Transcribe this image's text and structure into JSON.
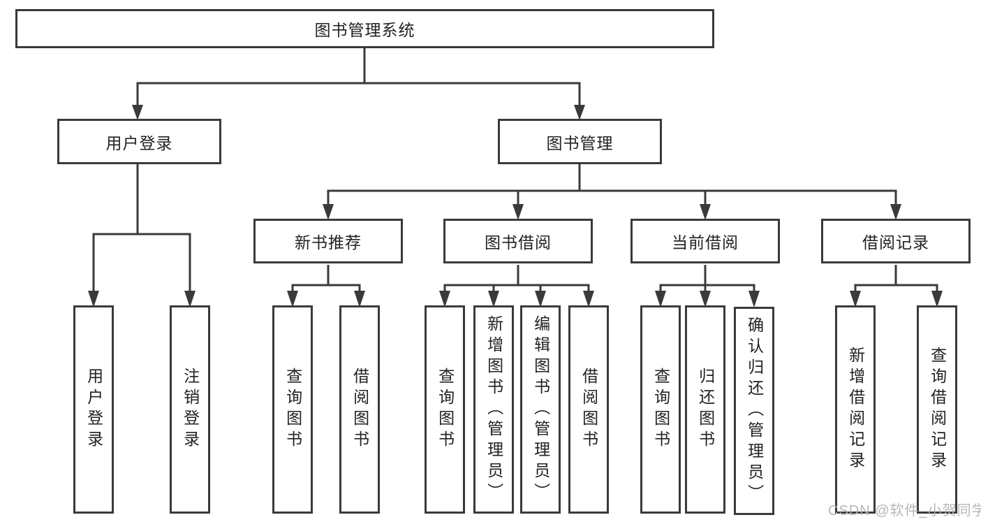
{
  "tree": {
    "label": "图书管理系统",
    "children": [
      {
        "label": "用户登录",
        "children": [
          {
            "label": "用户登录"
          },
          {
            "label": "注销登录"
          }
        ]
      },
      {
        "label": "图书管理",
        "children": [
          {
            "label": "新书推荐",
            "children": [
              {
                "label": "查询图书"
              },
              {
                "label": "借阅图书"
              }
            ]
          },
          {
            "label": "图书借阅",
            "children": [
              {
                "label": "查询图书"
              },
              {
                "label": "新增图书（管理员）"
              },
              {
                "label": "编辑图书（管理员）"
              },
              {
                "label": "借阅图书"
              }
            ]
          },
          {
            "label": "当前借阅",
            "children": [
              {
                "label": "查询图书"
              },
              {
                "label": "归还图书"
              },
              {
                "label": "确认归还（管理员）"
              }
            ]
          },
          {
            "label": "借阅记录",
            "children": [
              {
                "label": "新增借阅记录"
              },
              {
                "label": "查询借阅记录"
              }
            ]
          }
        ]
      }
    ]
  },
  "watermark": {
    "text": "CSDN @软件_小贺同学"
  },
  "colors": {
    "line": "#3a3a3a",
    "text": "#222222",
    "background": "#ffffff",
    "watermark": "#b3b3b3"
  }
}
